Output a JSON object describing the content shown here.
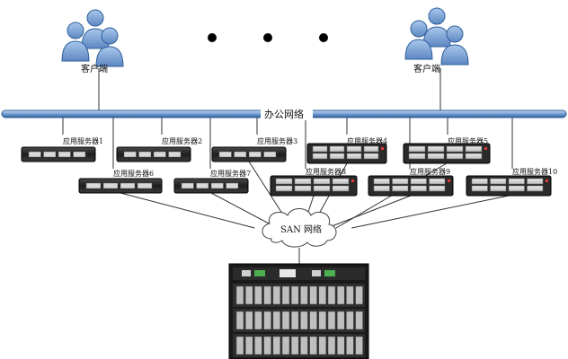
{
  "clients": [
    {
      "label": "客户端"
    },
    {
      "label": "客户端"
    }
  ],
  "ellipsis_dots": 3,
  "office_network": {
    "label": "办公网络",
    "bus_color": "#3a6fb0"
  },
  "servers": [
    {
      "label": "应用服务器1",
      "style": "1u"
    },
    {
      "label": "应用服务器2",
      "style": "1u"
    },
    {
      "label": "应用服务器3",
      "style": "1u"
    },
    {
      "label": "应用服务器4",
      "style": "2u"
    },
    {
      "label": "应用服务器5",
      "style": "2u"
    },
    {
      "label": "应用服务器6",
      "style": "1u"
    },
    {
      "label": "应用服务器7",
      "style": "1u"
    },
    {
      "label": "应用服务器8",
      "style": "2u"
    },
    {
      "label": "应用服务器9",
      "style": "2u"
    },
    {
      "label": "应用服务器10",
      "style": "2u"
    }
  ],
  "san": {
    "label": "SAN 网络"
  },
  "storage": {
    "label": "",
    "color": "#1a1a1a"
  },
  "colors": {
    "person_fill": "#7ea6d8",
    "person_stroke": "#2f5f9a",
    "line": "#333333"
  }
}
